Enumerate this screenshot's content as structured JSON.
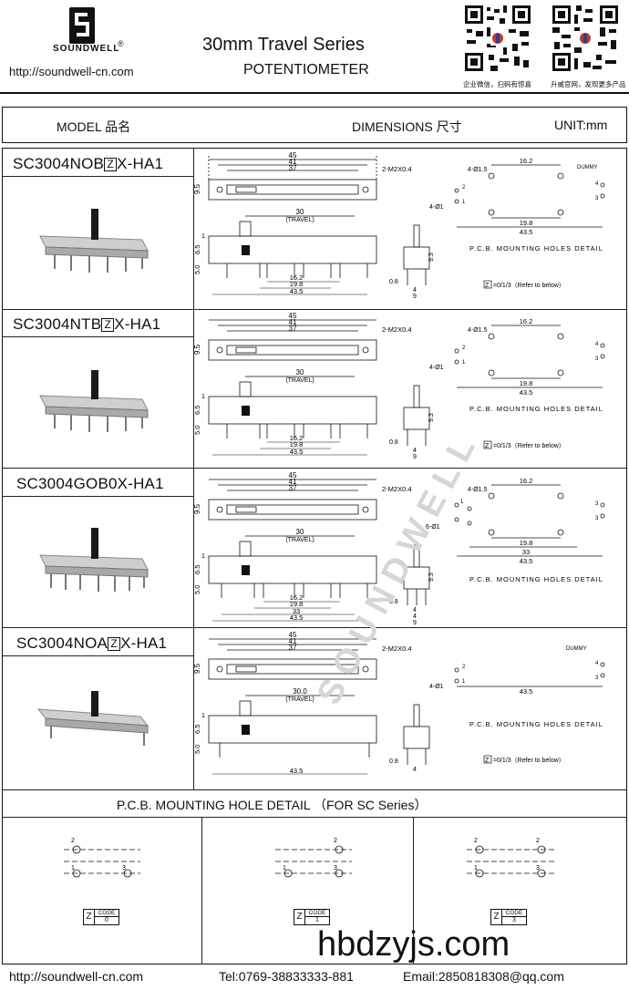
{
  "header": {
    "brand": "SOUNDWELL",
    "brand_mark": "®",
    "website": "http://soundwell-cn.com",
    "title": "30mm Travel Series",
    "subtitle": "POTENTIOMETER",
    "qr_left_caption": "企业微信，扫码有惊喜",
    "qr_right_caption": "升威官网，发现更多产品"
  },
  "table_header": {
    "model": "MODEL 品名",
    "dimensions": "DIMENSIONS 尺寸",
    "unit": "UNIT:mm"
  },
  "models": [
    {
      "prefix": "SC3004NOB",
      "z": "Z",
      "suffix": "X-HA1",
      "has_z": true
    },
    {
      "prefix": "SC3004NTB",
      "z": "Z",
      "suffix": "X-HA1",
      "has_z": true
    },
    {
      "prefix": "SC3004GOB0X-HA1",
      "z": "",
      "suffix": "",
      "has_z": false
    },
    {
      "prefix": "SC3004NOA",
      "z": "Z",
      "suffix": "X-HA1",
      "has_z": true
    }
  ],
  "dims": {
    "d45": "45",
    "d41": "41",
    "d37": "37",
    "d95": "9.5",
    "screw": "2-M2X0.4",
    "travel": "30",
    "travel_label": "(TRAVEL)",
    "travel_alt": "30.0",
    "d162": "16.2",
    "d198": "19.8",
    "d435": "43.5",
    "d33": "33",
    "d50": "5.0",
    "d65": "6.5",
    "d1": "1",
    "d93": "9.3",
    "d08": "0.8",
    "d4": "4",
    "d9": "9",
    "hole15": "4-Ø1.5",
    "hole1": "4-Ø1",
    "hole1b": "6-Ø1",
    "dummy": "DUMMY",
    "pcb_detail": "P.C.B. MOUNTING HOLES DETAIL",
    "z_note": "=0/1/3（Refer to below）",
    "z_char": "Z",
    "pins": [
      "1",
      "2",
      "3",
      "4"
    ]
  },
  "pcb_section": {
    "title": "P.C.B. MOUNTING HOLE DETAIL （FOR SC Series）",
    "codes": [
      {
        "z": "Z",
        "label": "CODE",
        "value": "0"
      },
      {
        "z": "Z",
        "label": "CODE",
        "value": "1"
      },
      {
        "z": "Z",
        "label": "CODE",
        "value": "3"
      }
    ],
    "pins": [
      "1",
      "2",
      "3"
    ]
  },
  "watermark": {
    "text": "SOUNDWELL",
    "domain": "hbdzyjs.com"
  },
  "footer": {
    "website": "http://soundwell-cn.com",
    "tel": "Tel:0769-38833333-881",
    "email": "Email:2850818308@qq.com"
  }
}
